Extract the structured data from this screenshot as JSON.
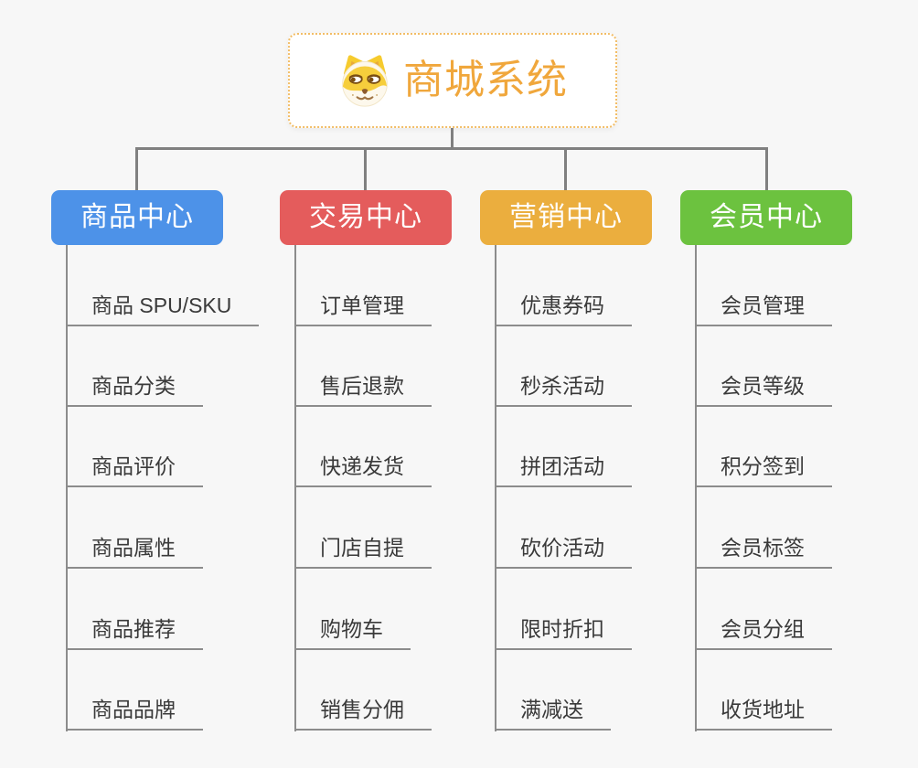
{
  "root": {
    "label": "商城系统",
    "icon": "doge-icon",
    "text_color": "#F0A73C",
    "border_color": "#F2BD66"
  },
  "branches": [
    {
      "label": "商品中心",
      "color": "#4D92E8",
      "items": [
        "商品 SPU/SKU",
        "商品分类",
        "商品评价",
        "商品属性",
        "商品推荐",
        "商品品牌"
      ]
    },
    {
      "label": "交易中心",
      "color": "#E45C5C",
      "items": [
        "订单管理",
        "售后退款",
        "快递发货",
        "门店自提",
        "购物车",
        "销售分佣"
      ]
    },
    {
      "label": "营销中心",
      "color": "#EBAE3E",
      "items": [
        "优惠券码",
        "秒杀活动",
        "拼团活动",
        "砍价活动",
        "限时折扣",
        "满减送"
      ]
    },
    {
      "label": "会员中心",
      "color": "#6CC23F",
      "items": [
        "会员管理",
        "会员等级",
        "积分签到",
        "会员标签",
        "会员分组",
        "收货地址"
      ]
    }
  ]
}
